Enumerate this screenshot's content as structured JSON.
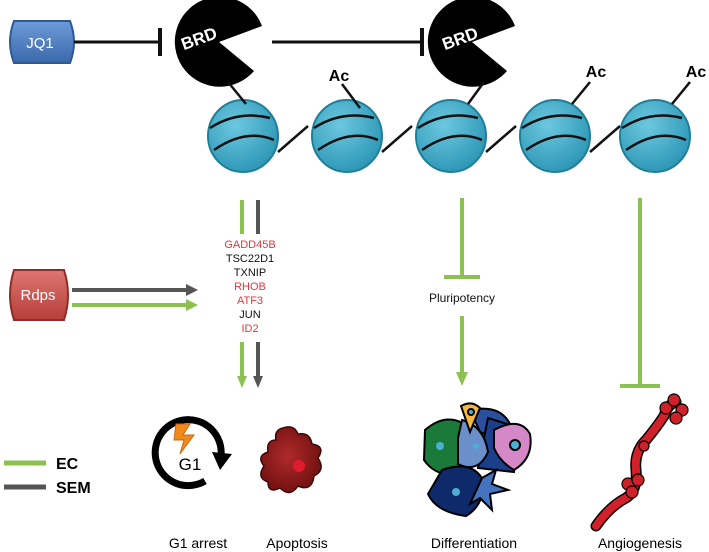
{
  "drug_jq1": {
    "label": "JQ1",
    "color": "#4a7ec4"
  },
  "drug_rdps": {
    "label": "Rdps",
    "color": "#c9504b"
  },
  "brd": {
    "label": "BRD"
  },
  "acetyl_label": "Ac",
  "genes": [
    {
      "name": "GADD45B",
      "color": "#e2373b"
    },
    {
      "name": "TSC22D1",
      "color": "#111111"
    },
    {
      "name": "TXNIP",
      "color": "#111111"
    },
    {
      "name": "RHOB",
      "color": "#e2373b"
    },
    {
      "name": "ATF3",
      "color": "#e2373b"
    },
    {
      "name": "JUN",
      "color": "#111111"
    },
    {
      "name": "ID2",
      "color": "#e2373b"
    }
  ],
  "pluripotency": "Pluripotency",
  "g1_label": "G1",
  "outcomes": {
    "g1_arrest": "G1 arrest",
    "apoptosis": "Apoptosis",
    "differentiation": "Differentiation",
    "angiogenesis": "Angiogenesis"
  },
  "legend": [
    {
      "label": "EC",
      "color": "#8cc152"
    },
    {
      "label": "SEM",
      "color": "#555555"
    }
  ],
  "colors": {
    "nucleosome": "#3ea7c4",
    "nucleosome_dark": "#1f7f99",
    "ec_green": "#8cc152",
    "sem_gray": "#555555",
    "apoptosis_cell": "#8b1a1a",
    "vessel": "#d0202a",
    "lightning": "#f08a1c"
  }
}
